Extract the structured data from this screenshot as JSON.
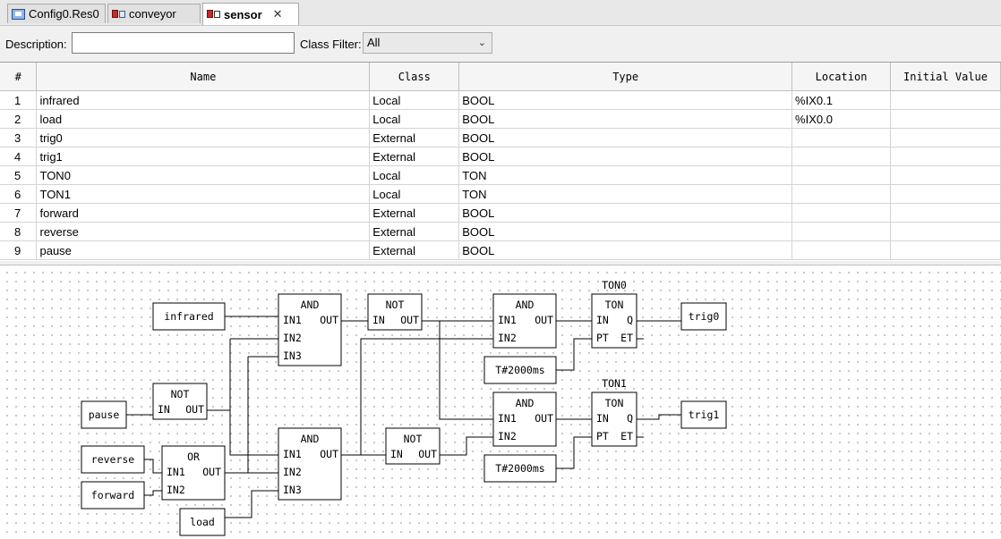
{
  "tabs": [
    {
      "label": "Config0.Res0",
      "icon": "resource-icon"
    },
    {
      "label": "conveyor",
      "icon": "program-icon"
    },
    {
      "label": "sensor",
      "icon": "fbd-program-icon",
      "active": true
    }
  ],
  "filter": {
    "description_label": "Description:",
    "description_value": "",
    "class_filter_label": "Class Filter:",
    "class_filter_value": "All"
  },
  "table": {
    "headers": [
      "#",
      "Name",
      "Class",
      "Type",
      "Location",
      "Initial Value"
    ],
    "rows": [
      [
        "1",
        "infrared",
        "Local",
        "BOOL",
        "%IX0.1",
        ""
      ],
      [
        "2",
        "load",
        "Local",
        "BOOL",
        "%IX0.0",
        ""
      ],
      [
        "3",
        "trig0",
        "External",
        "BOOL",
        "",
        ""
      ],
      [
        "4",
        "trig1",
        "External",
        "BOOL",
        "",
        ""
      ],
      [
        "5",
        "TON0",
        "Local",
        "TON",
        "",
        ""
      ],
      [
        "6",
        "TON1",
        "Local",
        "TON",
        "",
        ""
      ],
      [
        "7",
        "forward",
        "External",
        "BOOL",
        "",
        ""
      ],
      [
        "8",
        "reverse",
        "External",
        "BOOL",
        "",
        ""
      ],
      [
        "9",
        "pause",
        "External",
        "BOOL",
        "",
        ""
      ]
    ]
  },
  "diagram": {
    "variables": {
      "infrared": "infrared",
      "pause": "pause",
      "reverse": "reverse",
      "forward": "forward",
      "load": "load",
      "trig0": "trig0",
      "trig1": "trig1",
      "t0": "T#2000ms",
      "t1": "T#2000ms"
    },
    "instance_names": {
      "ton0": "TON0",
      "ton1": "TON1"
    },
    "blocks": {
      "and": "AND",
      "not": "NOT",
      "or": "OR",
      "ton": "TON",
      "in1": "IN1",
      "in2": "IN2",
      "in3": "IN3",
      "in": "IN",
      "out": "OUT",
      "q": "Q",
      "pt": "PT",
      "et": "ET"
    }
  }
}
